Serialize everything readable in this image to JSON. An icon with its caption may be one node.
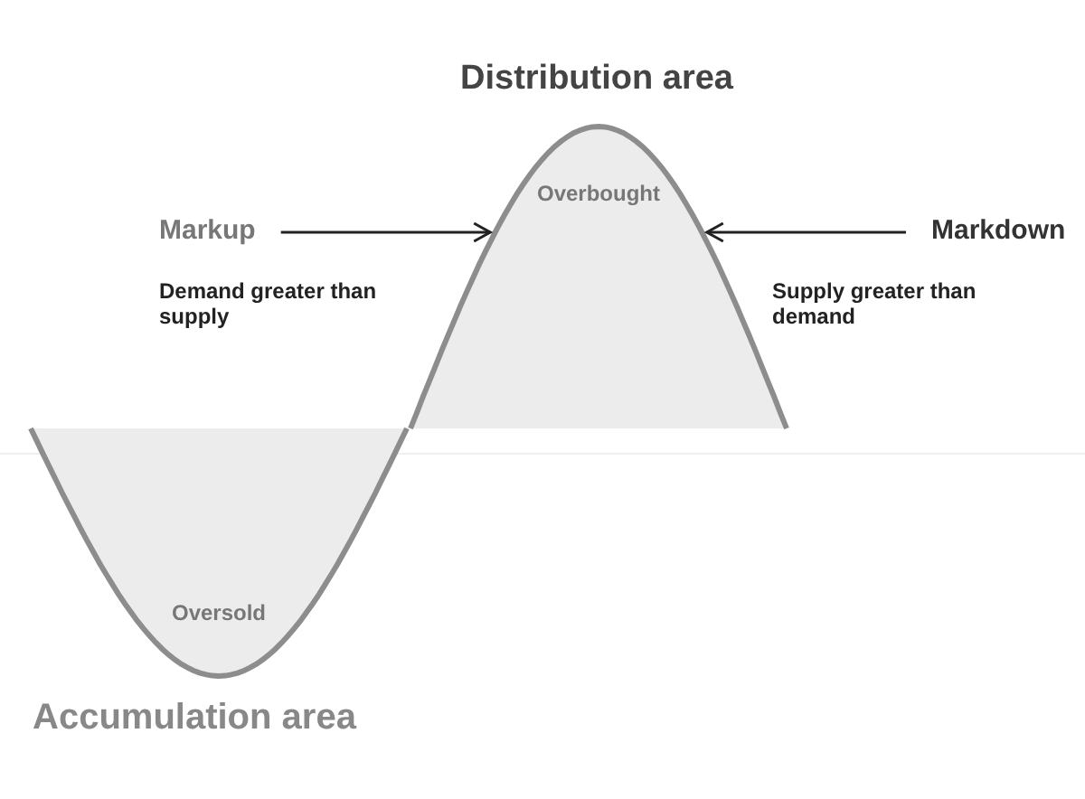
{
  "diagram": {
    "nodes": [
      {
        "text": [
          "Overbought"
        ],
        "beside": [
          "Distribution area"
        ]
      },
      {
        "text": [
          "Oversold"
        ],
        "beside": [
          "Accumulation area"
        ]
      },
      {
        "text": [
          "Markup"
        ]
      },
      {
        "text": [
          "Markdown"
        ]
      }
    ],
    "edges": [
      {
        "from": 2,
        "to": 0,
        "arrow": "to"
      },
      {
        "from": 3,
        "to": 0,
        "arrow": "to"
      }
    ],
    "labels": [
      "Demand greater than supply",
      "Supply greater than demand"
    ]
  }
}
